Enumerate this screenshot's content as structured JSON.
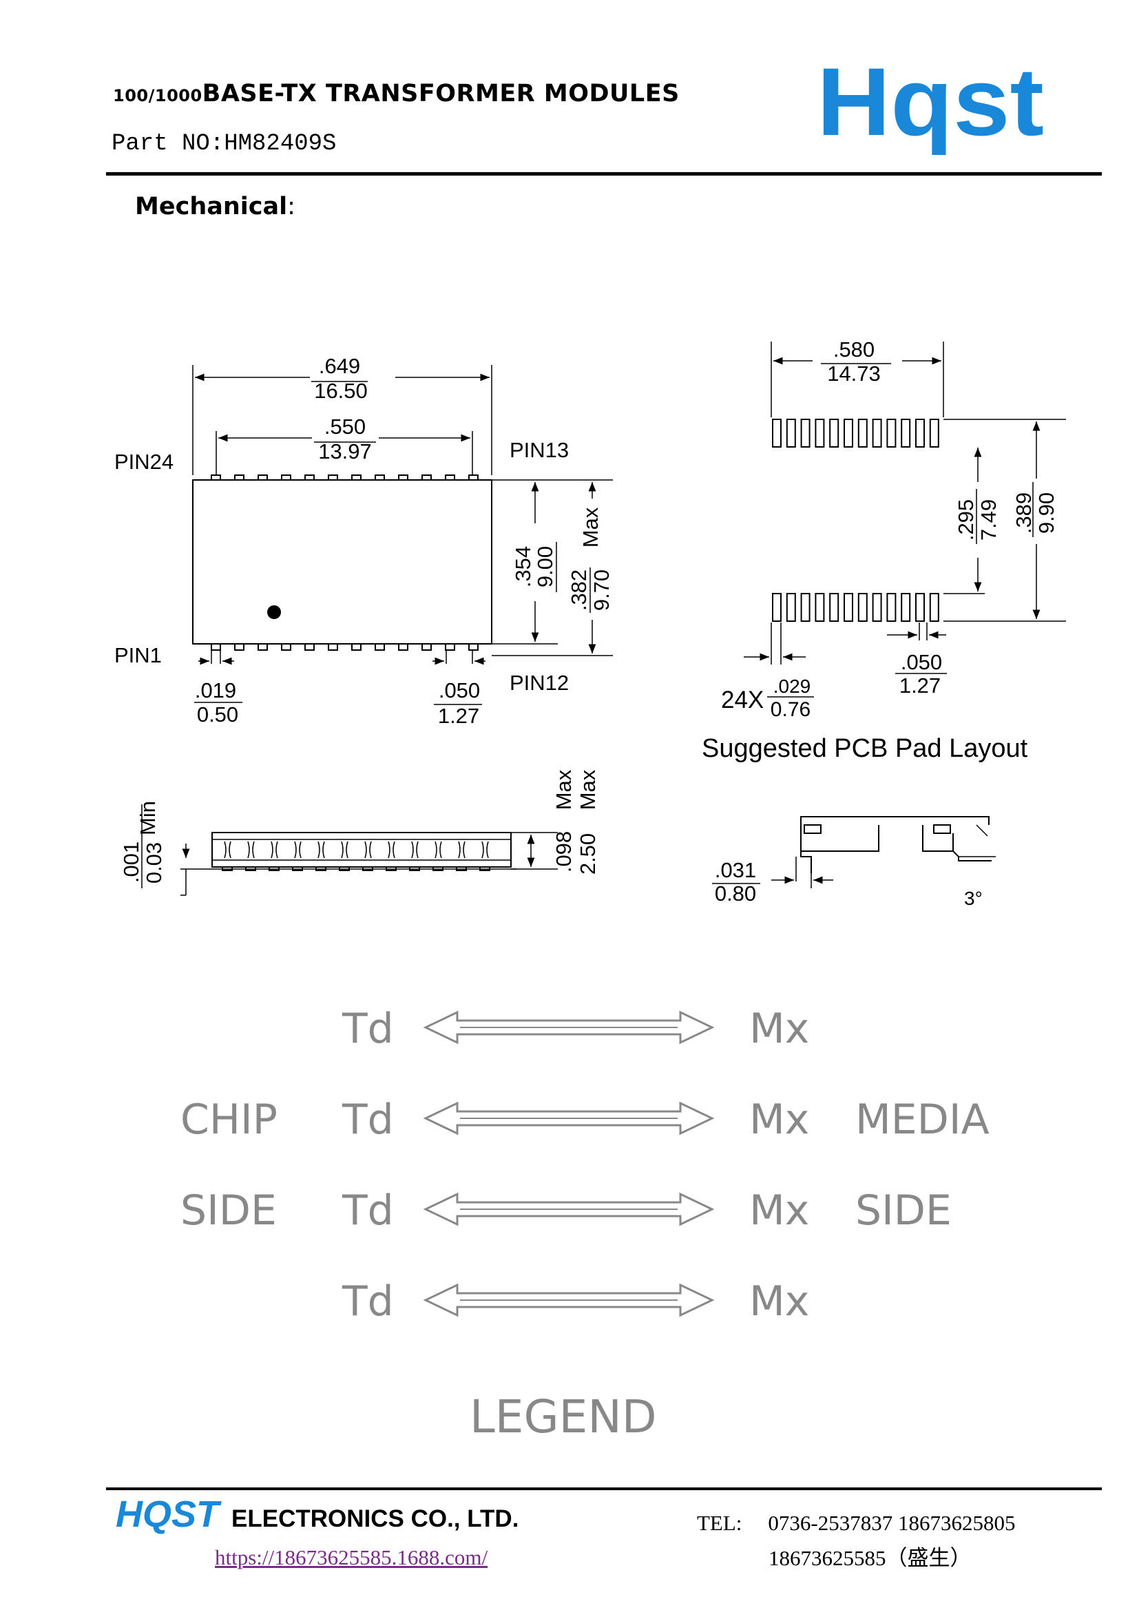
{
  "header": {
    "title_prefix": "100/1000",
    "title_main": "BASE-TX TRANSFORMER MODULES",
    "part_no": "Part NO:HM82409S",
    "logo_text": "Hqst"
  },
  "section": {
    "title": "Mechanical",
    "colon": ":"
  },
  "drawing": {
    "top_view": {
      "pin24": "PIN24",
      "pin13": "PIN13",
      "pin1": "PIN1",
      "pin12": "PIN12",
      "width_in": ".649",
      "width_mm": "16.50",
      "pitch_span_in": ".550",
      "pitch_span_mm": "13.97",
      "height_in": ".354",
      "height_mm": "9.00",
      "max_in": ".382",
      "max_mm": "9.70",
      "max_label": "Max",
      "lead_in": ".019",
      "lead_mm": "0.50",
      "pitch_in": ".050",
      "pitch_mm": "1.27"
    },
    "pcb_layout": {
      "width_in": ".580",
      "width_mm": "14.73",
      "inner_in": ".295",
      "inner_mm": "7.49",
      "outer_in": ".389",
      "outer_mm": "9.90",
      "pad_count": "24X",
      "pad_in": ".029",
      "pad_mm": "0.76",
      "pitch_in": ".050",
      "pitch_mm": "1.27",
      "title": "Suggested PCB Pad Layout"
    },
    "side_view": {
      "standoff_in": ".001",
      "standoff_mm": "0.03",
      "standoff_label": "Min",
      "height_in": ".098",
      "height_mm": "2.50",
      "height_label": "Max"
    },
    "detail": {
      "foot_in": ".031",
      "foot_mm": "0.80",
      "angle": "3°"
    },
    "legend": {
      "rows": [
        {
          "left": "Td",
          "right": "Mx"
        },
        {
          "left": "Td",
          "right": "Mx"
        },
        {
          "left": "Td",
          "right": "Mx"
        },
        {
          "left": "Td",
          "right": "Mx"
        }
      ],
      "chip_label": "CHIP",
      "chip_side": "SIDE",
      "media_label": "MEDIA",
      "media_side": "SIDE",
      "title": "LEGEND"
    }
  },
  "footer": {
    "brand": "HQST",
    "company": "ELECTRONICS CO., LTD.",
    "url": "https://18673625585.1688.com/",
    "tel_label": "TEL:",
    "tel_numbers": "0736-2537837 18673625805",
    "tel_second": "18673625585（盛生）"
  },
  "colors": {
    "brand_blue": "#1a88d8",
    "link": "#7a2a8a",
    "legend_gray": "#888888"
  }
}
